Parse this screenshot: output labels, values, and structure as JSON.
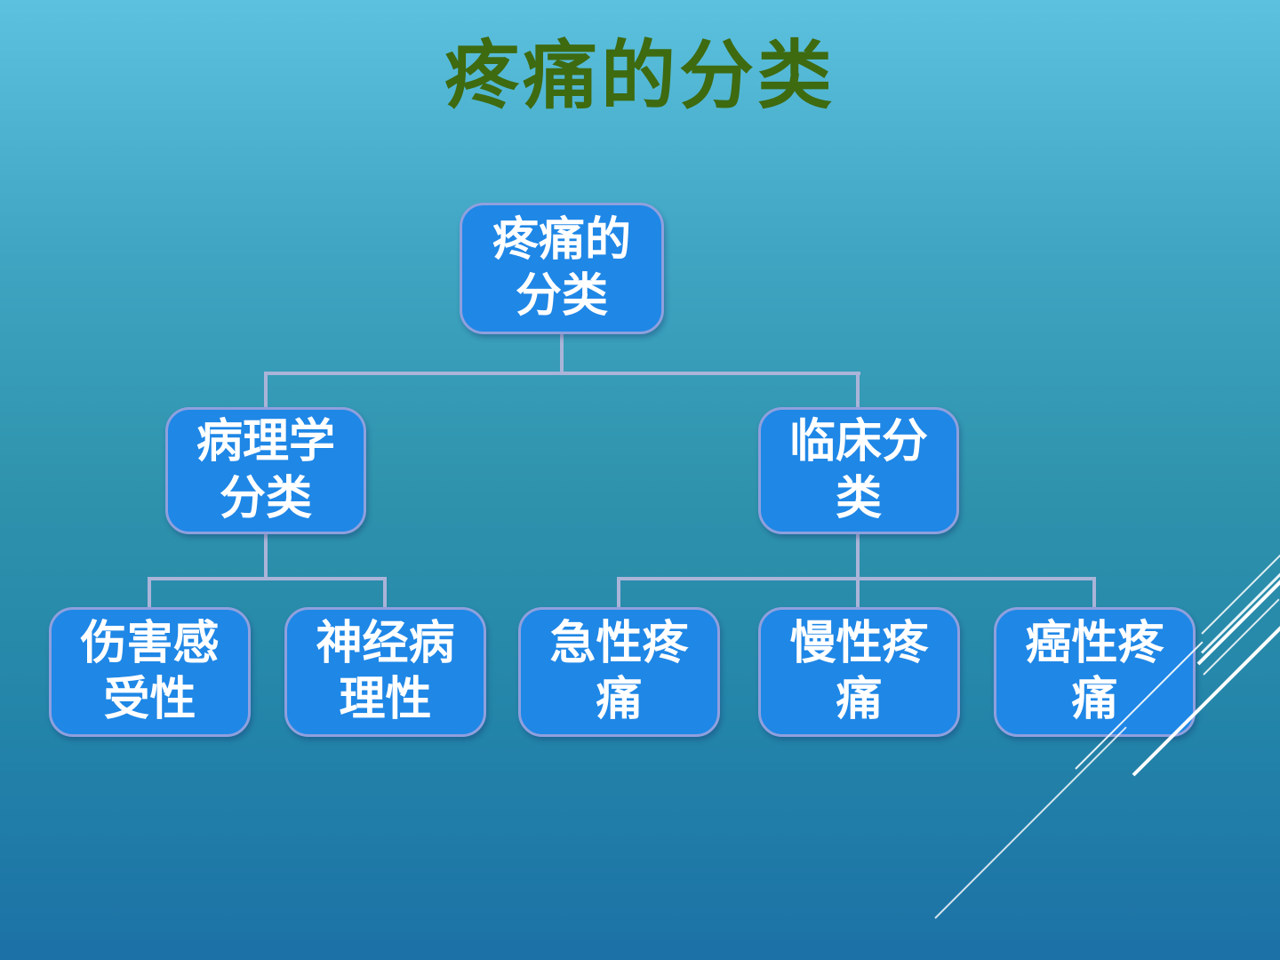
{
  "slide": {
    "title": "疼痛的分类"
  },
  "tree": {
    "root": {
      "label": "疼痛的\n分类"
    },
    "children": [
      {
        "label": "病理学\n分类",
        "children": [
          {
            "label": "伤害感\n受性"
          },
          {
            "label": "神经病\n理性"
          }
        ]
      },
      {
        "label": "临床分\n类",
        "children": [
          {
            "label": "急性疼\n痛"
          },
          {
            "label": "慢性疼\n痛"
          },
          {
            "label": "癌性疼\n痛"
          }
        ]
      }
    ]
  },
  "colors": {
    "title_color": "#3E6A10",
    "node_fill": "#1F87E6",
    "node_border": "#8FA0DE",
    "node_text": "#FFFFFF",
    "connector": "#AAB4D8",
    "deco_line": "#FFFFFF",
    "bg_top": "#5CC1DF",
    "bg_mid": "#2E92AC",
    "bg_bottom": "#1C71A6"
  }
}
